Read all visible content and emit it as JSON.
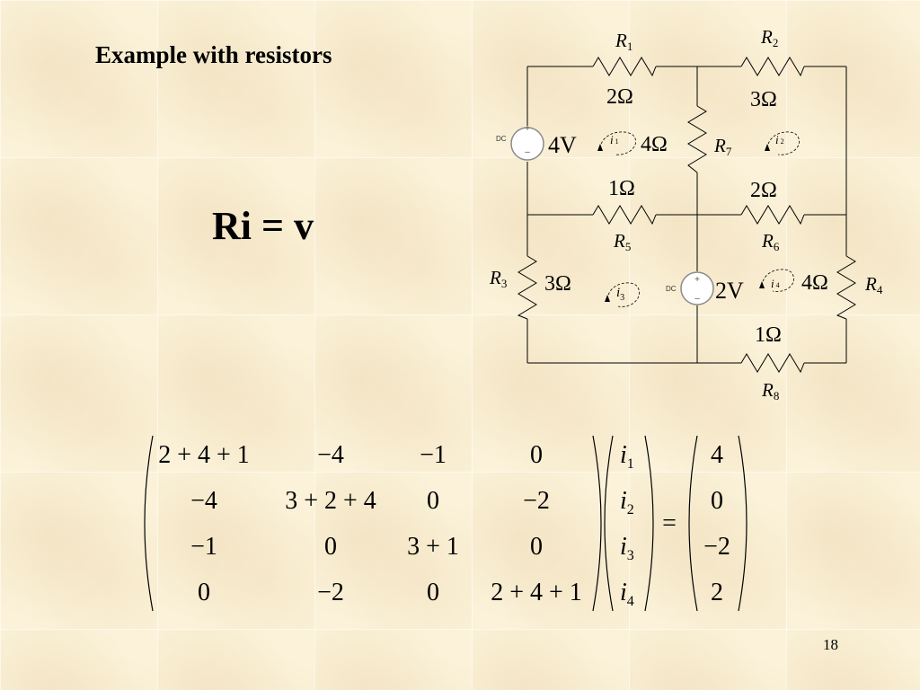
{
  "slide": {
    "title": "Example with resistors",
    "equation": "Ri = v",
    "page_number": "18"
  },
  "circuit": {
    "dc_label": "DC",
    "resistors": [
      {
        "letter": "R",
        "sub": "1",
        "value": "2Ω"
      },
      {
        "letter": "R",
        "sub": "2",
        "value": "3Ω"
      },
      {
        "letter": "R",
        "sub": "3",
        "value": "3Ω"
      },
      {
        "letter": "R",
        "sub": "4",
        "value": "4Ω"
      },
      {
        "letter": "R",
        "sub": "5",
        "value": "1Ω"
      },
      {
        "letter": "R",
        "sub": "6",
        "value": "2Ω"
      },
      {
        "letter": "R",
        "sub": "7",
        "value": "4Ω"
      },
      {
        "letter": "R",
        "sub": "8",
        "value": "1Ω"
      }
    ],
    "sources": [
      {
        "value": "4V"
      },
      {
        "value": "2V"
      }
    ],
    "mesh_currents": [
      {
        "letter": "i",
        "sub": "1"
      },
      {
        "letter": "i",
        "sub": "2"
      },
      {
        "letter": "i",
        "sub": "3"
      },
      {
        "letter": "i",
        "sub": "4"
      }
    ]
  },
  "matrix": {
    "R": [
      [
        "2 + 4 + 1",
        "−4",
        "−1",
        "0"
      ],
      [
        "−4",
        "3 + 2 + 4",
        "0",
        "−2"
      ],
      [
        "−1",
        "0",
        "3 + 1",
        "0"
      ],
      [
        "0",
        "−2",
        "0",
        "2 + 4 + 1"
      ]
    ],
    "i": [
      {
        "letter": "i",
        "sub": "1"
      },
      {
        "letter": "i",
        "sub": "2"
      },
      {
        "letter": "i",
        "sub": "3"
      },
      {
        "letter": "i",
        "sub": "4"
      }
    ],
    "equals": "=",
    "v": [
      "4",
      "0",
      "−2",
      "2"
    ]
  }
}
